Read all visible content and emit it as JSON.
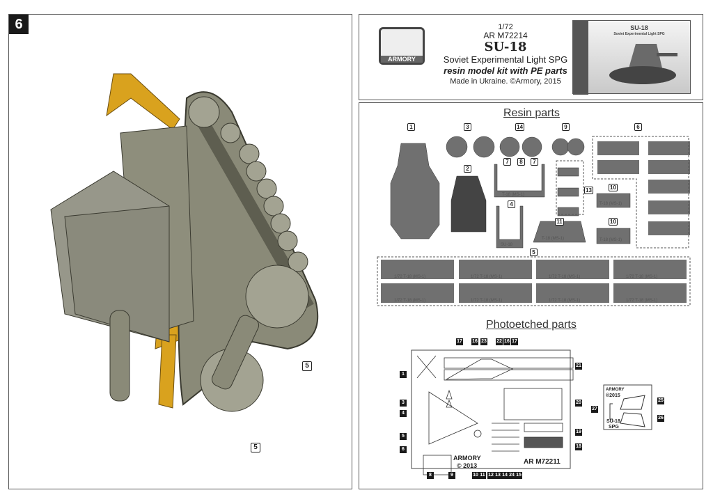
{
  "left_panel": {
    "step_number": "6",
    "callouts": [
      "5",
      "5"
    ]
  },
  "header": {
    "logo_text": "ARMORY",
    "scale": "1/72",
    "code": "AR M72214",
    "title": "SU-18",
    "subtitle": "Soviet Experimental Light SPG",
    "kit_type": "resin model kit with PE parts",
    "origin": "Made in Ukraine. ©Armory, 2015",
    "box_art": {
      "title": "SU-18",
      "subtitle": "Soviet Experimental Light SPG"
    }
  },
  "resin": {
    "title": "Resin parts",
    "labels": {
      "p1": "1",
      "p2": "2",
      "p3": "3",
      "p4": "4",
      "p5": "5",
      "p6": "6",
      "p7a": "7",
      "p8": "8",
      "p7b": "7",
      "p9": "9",
      "p10a": "10",
      "p10b": "10",
      "p11": "11",
      "p13": "13",
      "p14": "14"
    },
    "sprue_text": {
      "t18": "T-18 (MS-1)",
      "su18": "SU-18",
      "track": "1/72 T-18 (MS-1)"
    }
  },
  "pe": {
    "title": "Photoetched parts",
    "numbers_top": [
      "17",
      "16",
      "23",
      "22",
      "16",
      "17"
    ],
    "numbers_left": [
      "1",
      "3",
      "4",
      "5",
      "6"
    ],
    "numbers_bottom": [
      "8",
      "9",
      "10",
      "11",
      "12",
      "13",
      "14",
      "24",
      "15"
    ],
    "numbers_right": [
      "21",
      "20",
      "19",
      "18"
    ],
    "sheet_logo": "ARMORY",
    "sheet_copyright": "© 2013",
    "sheet_code": "AR M72211",
    "small_sheet": {
      "logo": "ARMORY",
      "copyright": "©2015",
      "name1": "SU-18",
      "name2": "SPG",
      "numbers": [
        "27",
        "25",
        "26"
      ]
    }
  }
}
